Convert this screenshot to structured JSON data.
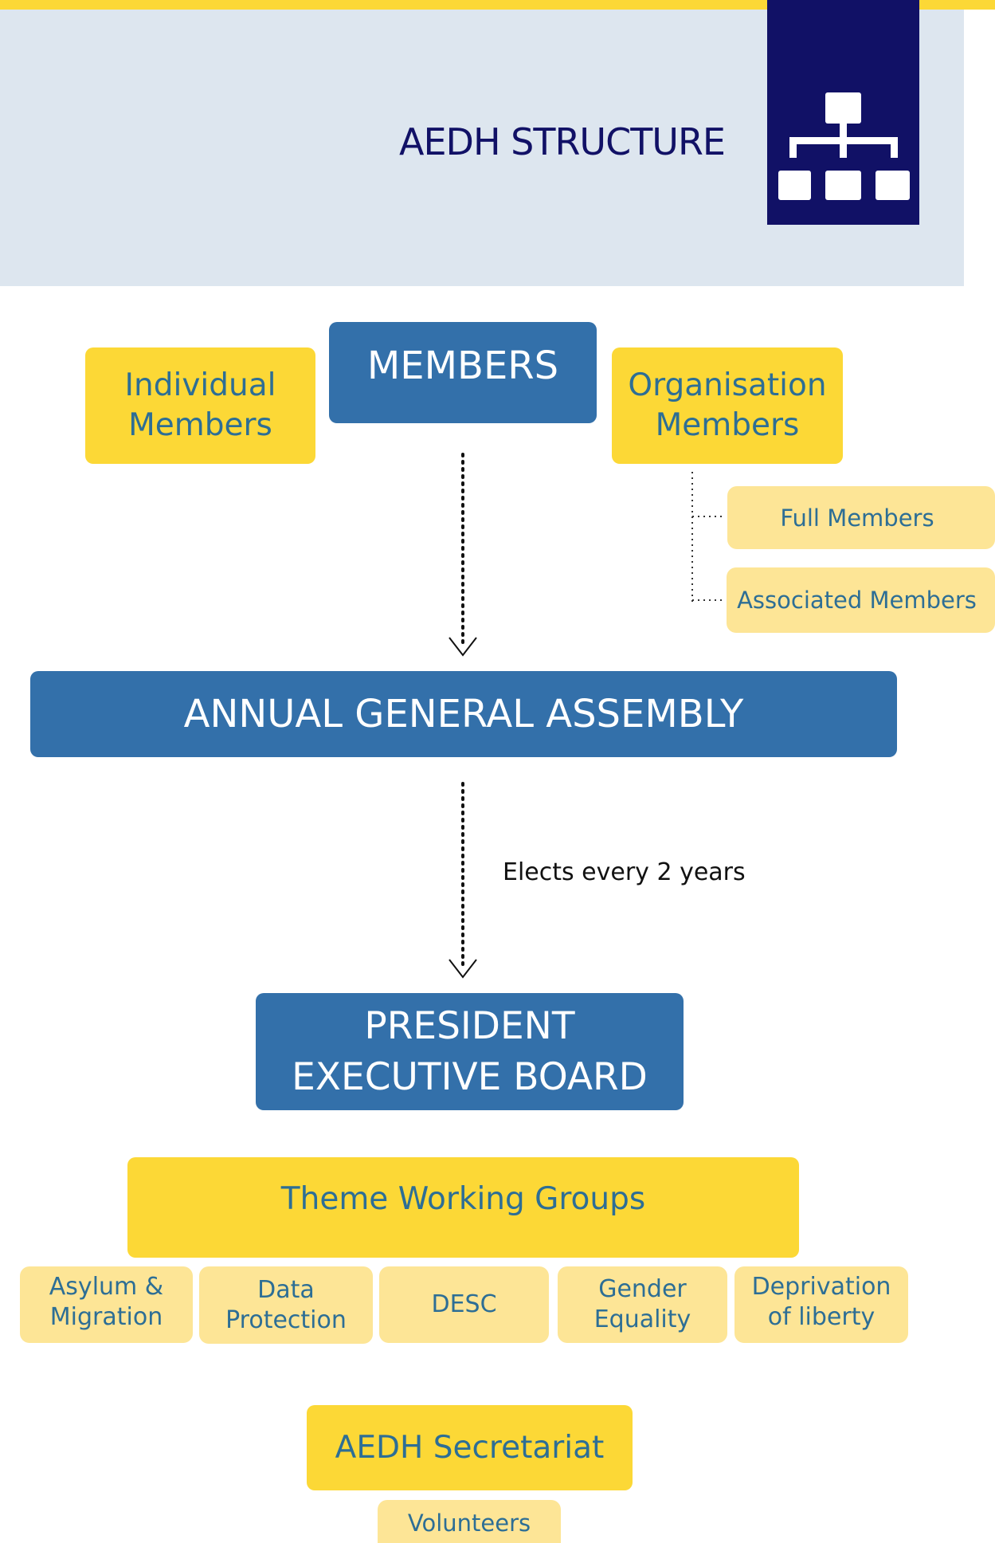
{
  "colors": {
    "yellow": "#FCD836",
    "light_yellow": "#FDE596",
    "blue": "#3370AA",
    "navy": "#111166",
    "header_band": "#DDE6EF",
    "text_dark": "#111166",
    "text_teal": "#2D6E95",
    "text_black": "#111111"
  },
  "header": {
    "title": "AEDH STRUCTURE",
    "icon": "org-chart-icon"
  },
  "members": {
    "label": "MEMBERS",
    "individual": "Individual\nMembers",
    "organisation": "Organisation\nMembers",
    "organisation_types": [
      "Full Members",
      "Associated Members"
    ]
  },
  "assembly": {
    "label": "ANNUAL GENERAL ASSEMBLY",
    "elects_note": "Elects every 2 years"
  },
  "board": {
    "label": "PRESIDENT\nEXECUTIVE BOARD"
  },
  "working_groups": {
    "label": "Theme Working Groups",
    "groups": [
      "Asylum &\nMigration",
      "Data\nProtection",
      "DESC",
      "Gender\nEquality",
      "Deprivation\nof liberty"
    ]
  },
  "secretariat": {
    "label": "AEDH Secretariat",
    "volunteers": "Volunteers"
  }
}
